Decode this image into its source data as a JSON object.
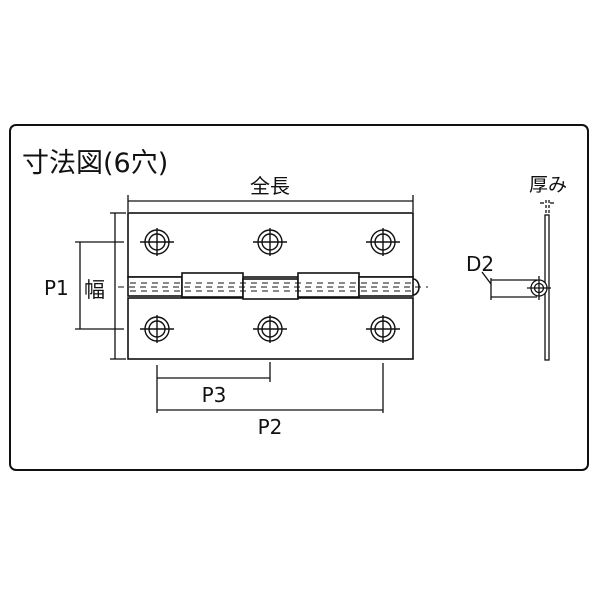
{
  "title": "寸法図(6穴)",
  "labels": {
    "overall_length": "全長",
    "width": "幅",
    "p1": "P1",
    "p2": "P2",
    "p3": "P3",
    "d2": "D2",
    "thickness": "厚み"
  },
  "hinge": {
    "hole_count": 6,
    "knuckle_count": 5
  },
  "colors": {
    "line": "#111111",
    "background": "#ffffff"
  }
}
